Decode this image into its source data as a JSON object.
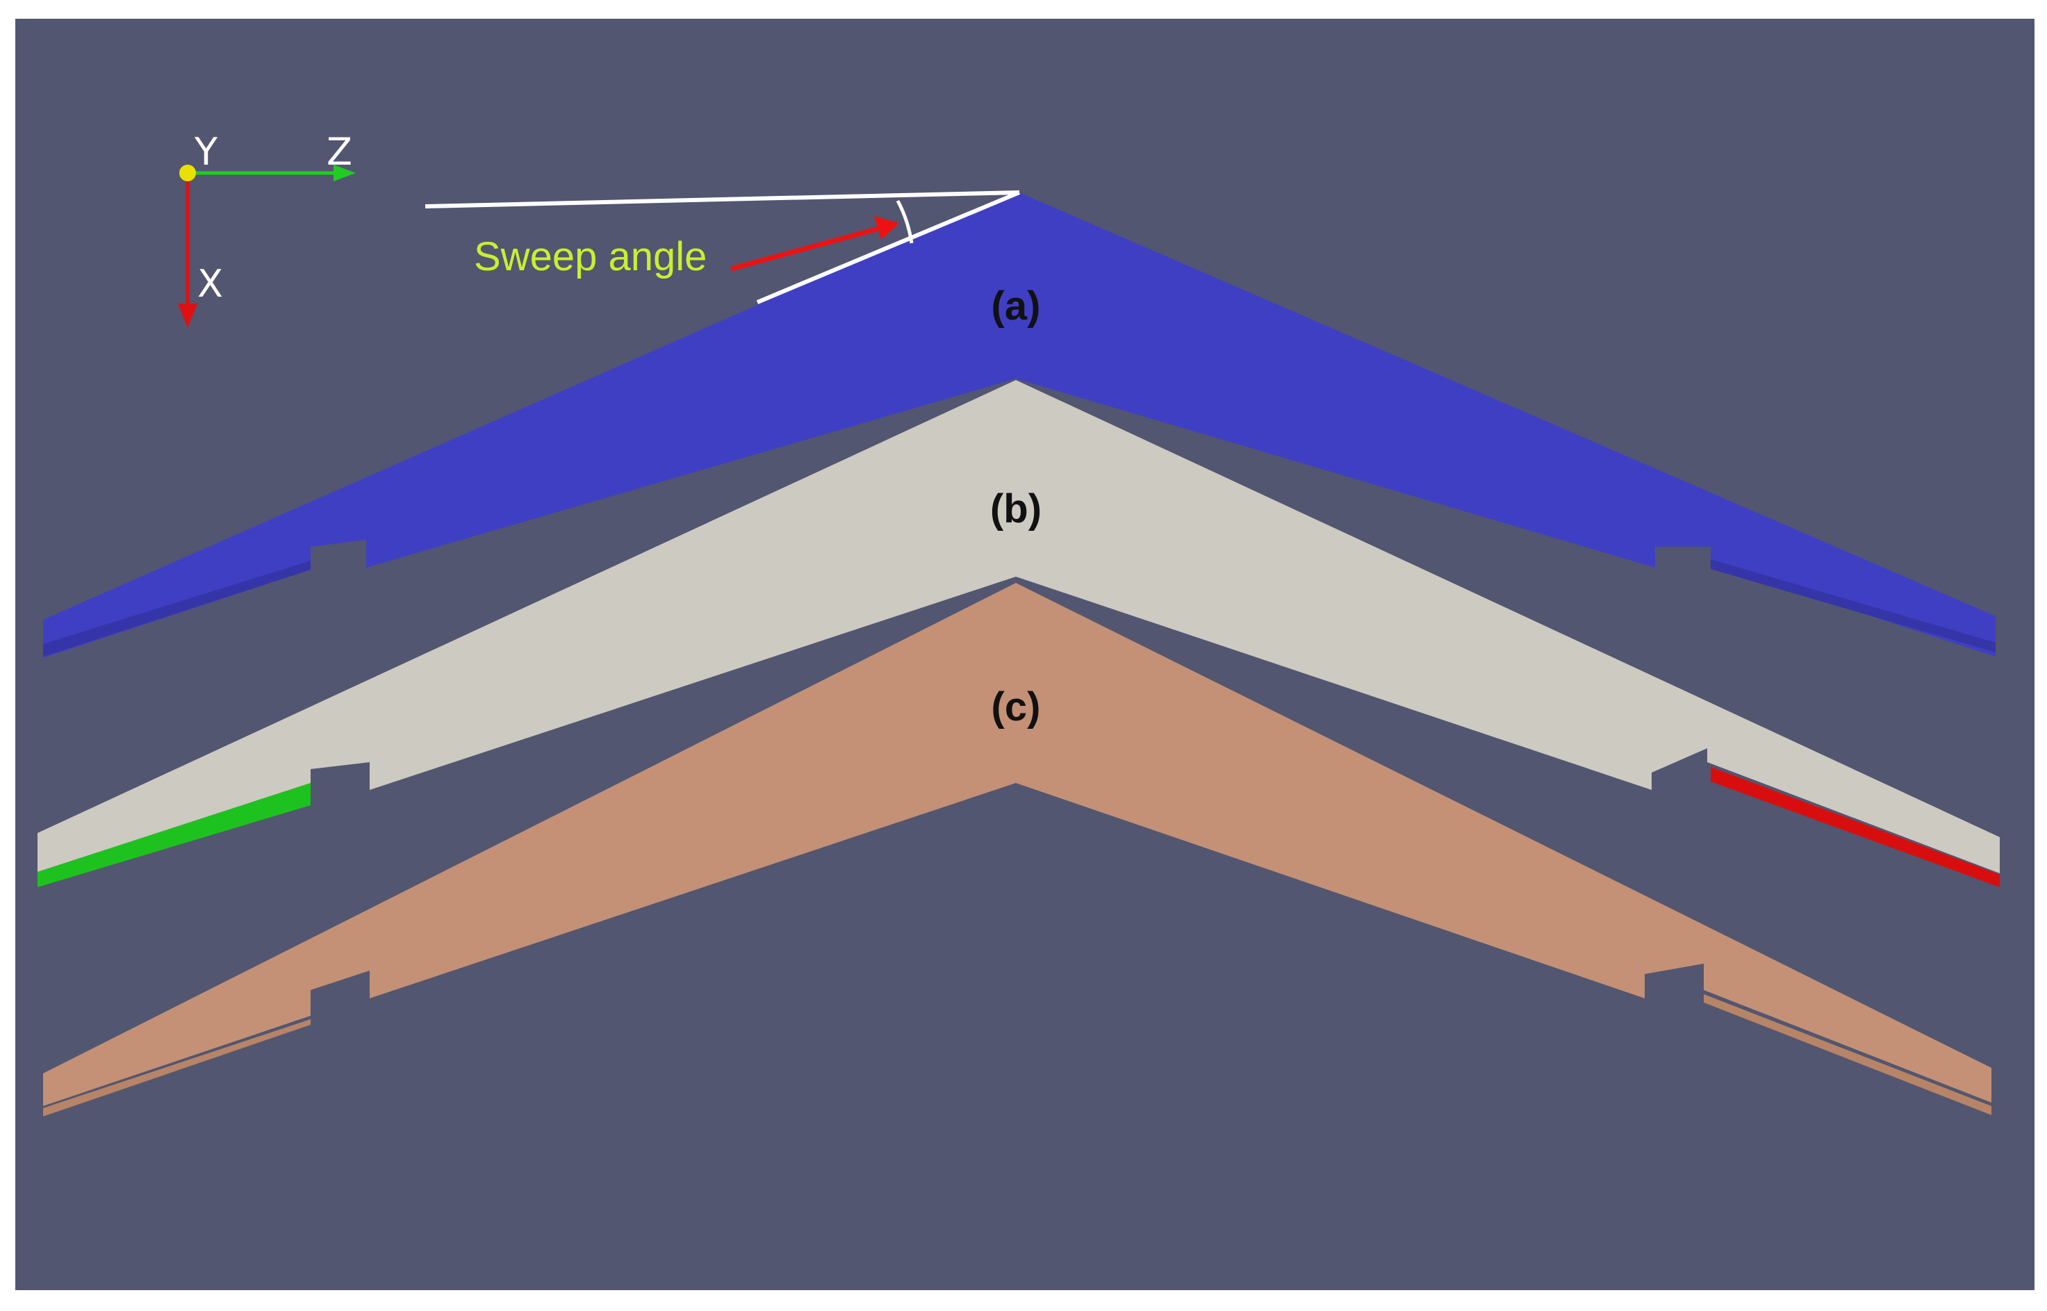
{
  "viewport": {
    "background": "#525670"
  },
  "axes": {
    "y_label": "Y",
    "z_label": "Z",
    "x_label": "X",
    "colors": {
      "y": "#e8e000",
      "z": "#22cc22",
      "x": "#dd1111"
    }
  },
  "annotation": {
    "sweep_label": "Sweep angle",
    "label_color": "#c8f030",
    "arrow_color": "#ee1111",
    "line_color": "#ffffff"
  },
  "wings": [
    {
      "label": "(a)",
      "color": "#3f3fc4",
      "shade": "#3535a8"
    },
    {
      "label": "(b)",
      "color": "#cdcac2",
      "shade": "#bdbab2"
    },
    {
      "label": "(c)",
      "color": "#c49176",
      "shade": "#b88467"
    }
  ],
  "control_surfaces": {
    "left": {
      "color": "#1ec21e"
    },
    "right": {
      "color": "#d80e0e"
    }
  }
}
